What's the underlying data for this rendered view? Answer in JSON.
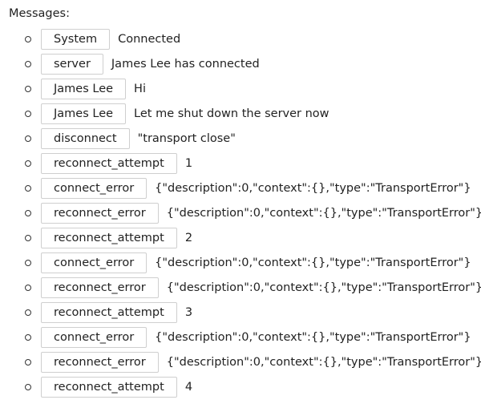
{
  "heading": "Messages:",
  "messages": [
    {
      "tag": "System",
      "text": "Connected"
    },
    {
      "tag": "server",
      "text": "James Lee has connected"
    },
    {
      "tag": "James Lee",
      "text": "Hi"
    },
    {
      "tag": "James Lee",
      "text": "Let me shut down the server now"
    },
    {
      "tag": "disconnect",
      "text": "\"transport close\""
    },
    {
      "tag": "reconnect_attempt",
      "text": "1"
    },
    {
      "tag": "connect_error",
      "text": "{\"description\":0,\"context\":{},\"type\":\"TransportError\"}"
    },
    {
      "tag": "reconnect_error",
      "text": "{\"description\":0,\"context\":{},\"type\":\"TransportError\"}"
    },
    {
      "tag": "reconnect_attempt",
      "text": "2"
    },
    {
      "tag": "connect_error",
      "text": "{\"description\":0,\"context\":{},\"type\":\"TransportError\"}"
    },
    {
      "tag": "reconnect_error",
      "text": "{\"description\":0,\"context\":{},\"type\":\"TransportError\"}"
    },
    {
      "tag": "reconnect_attempt",
      "text": "3"
    },
    {
      "tag": "connect_error",
      "text": "{\"description\":0,\"context\":{},\"type\":\"TransportError\"}"
    },
    {
      "tag": "reconnect_error",
      "text": "{\"description\":0,\"context\":{},\"type\":\"TransportError\"}"
    },
    {
      "tag": "reconnect_attempt",
      "text": "4"
    }
  ]
}
